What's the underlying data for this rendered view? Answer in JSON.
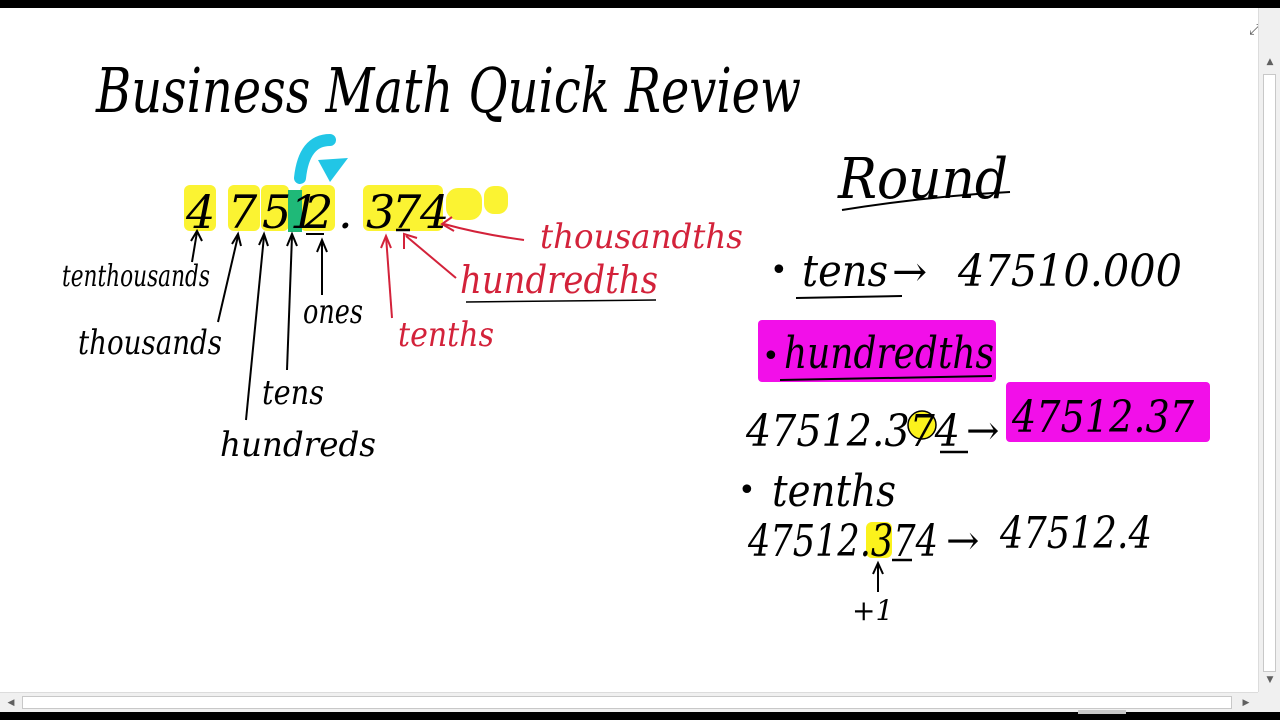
{
  "note": {
    "title": "Business Math Quick Review",
    "number": {
      "digits": [
        "4",
        "7",
        "5",
        "1",
        "2",
        ".",
        "3",
        "7",
        "4"
      ],
      "place_labels": {
        "ten_thousands": "tenthousands",
        "thousands": "thousands",
        "hundreds": "hundreds",
        "tens": "tens",
        "ones": "ones",
        "tenths": "tenths",
        "hundredths": "hundredths",
        "thousandths": "thousandths"
      }
    },
    "round": {
      "heading": "Round",
      "items": [
        {
          "bullet": "•",
          "place": "tens",
          "arrow": "→",
          "result": "47510.000"
        },
        {
          "bullet": "•",
          "place": "hundredths",
          "original": "47512.374",
          "arrow": "→",
          "result": "47512.37"
        },
        {
          "bullet": "•",
          "place": "tenths",
          "original": "47512.374",
          "arrow": "→",
          "result": "47512.4",
          "note": "+1"
        }
      ]
    },
    "colors": {
      "highlight_yellow": "#fbf21c",
      "highlight_magenta": "#f20fe9",
      "arrow_cyan": "#21c6e6",
      "ink_red": "#d3223a",
      "ink_black": "#000000"
    }
  },
  "window": {
    "expand_icon": "expand-diagonal-icon",
    "scroll_up_icon": "triangle-up-icon",
    "scroll_down_icon": "triangle-down-icon",
    "scroll_left_icon": "triangle-left-icon",
    "scroll_right_icon": "triangle-right-icon"
  }
}
